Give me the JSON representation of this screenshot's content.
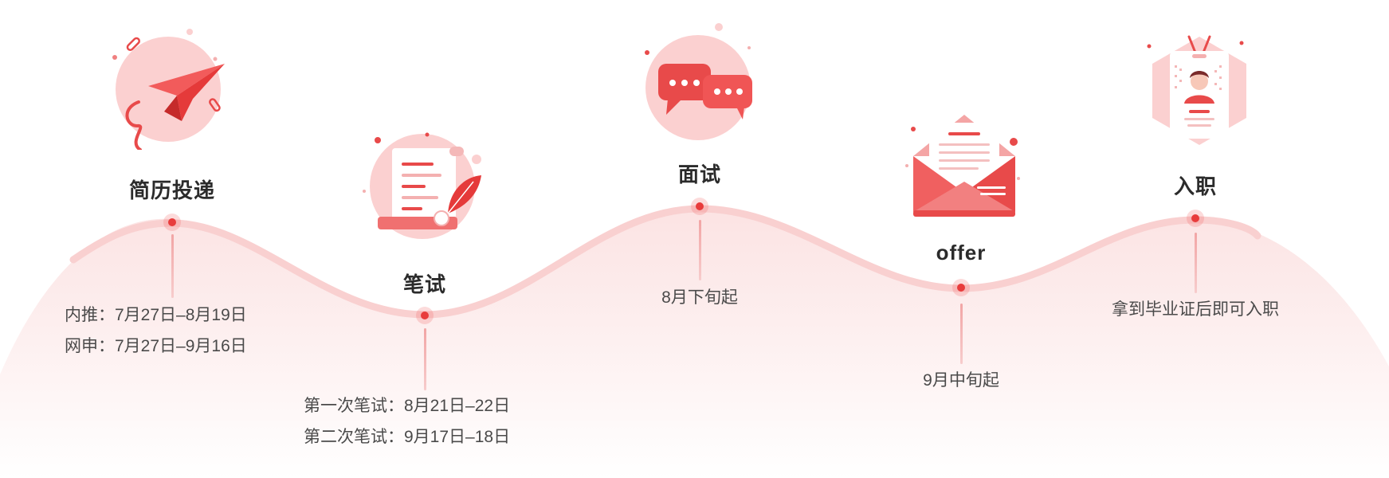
{
  "colors": {
    "accent": "#e83c3c",
    "accent_light": "#fbd3d3",
    "text_title": "#2b2b2b",
    "text_body": "#4a4a4a"
  },
  "stages": [
    {
      "title": "简历投递",
      "icon": "paper-plane-icon",
      "details": [
        "内推：7月27日–8月19日",
        "网申：7月27日–9月16日"
      ]
    },
    {
      "title": "笔试",
      "icon": "scroll-quill-icon",
      "details": [
        "第一次笔试：8月21日–22日",
        "第二次笔试：9月17日–18日"
      ]
    },
    {
      "title": "面试",
      "icon": "chat-bubbles-icon",
      "details": [
        "8月下旬起"
      ]
    },
    {
      "title": "offer",
      "icon": "envelope-letter-icon",
      "details": [
        "9月中旬起"
      ]
    },
    {
      "title": "入职",
      "icon": "id-badge-icon",
      "details": [
        "拿到毕业证后即可入职"
      ]
    }
  ]
}
